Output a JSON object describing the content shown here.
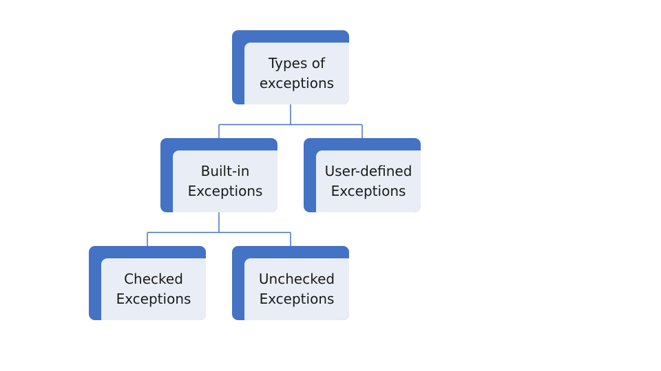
{
  "diagram": {
    "nodes": [
      {
        "id": "root",
        "label": "Types of\nexceptions"
      },
      {
        "id": "builtin",
        "label": "Built-in\nExceptions"
      },
      {
        "id": "userdefined",
        "label": "User-defined\nExceptions"
      },
      {
        "id": "checked",
        "label": "Checked\nExceptions"
      },
      {
        "id": "unchecked",
        "label": "Unchecked\nExceptions"
      }
    ],
    "edges": [
      {
        "from": "root",
        "to": "builtin"
      },
      {
        "from": "root",
        "to": "userdefined"
      },
      {
        "from": "builtin",
        "to": "checked"
      },
      {
        "from": "builtin",
        "to": "unchecked"
      }
    ],
    "colors": {
      "accent": "#4472c4",
      "fill": "#e9edf5",
      "connector": "#4472c4",
      "text": "#1a1a1a"
    }
  }
}
